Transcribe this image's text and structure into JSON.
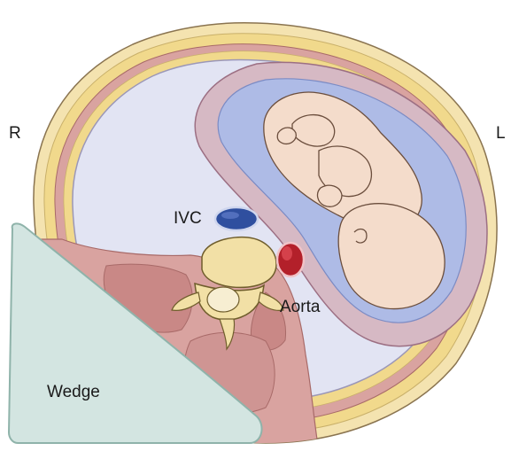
{
  "labels": {
    "right_side": "R",
    "left_side": "L",
    "ivc": "IVC",
    "aorta": "Aorta",
    "wedge": "Wedge"
  },
  "colors": {
    "skin": "#f4e3b0",
    "fat": "#f1d98c",
    "muscle": "#d9a3a0",
    "muscle_dark": "#c98886",
    "abdominal_cavity": "#e2e4f3",
    "uterus_wall": "#d6b9c4",
    "amniotic_fluid": "#aebbe6",
    "fetus": "#f4dccb",
    "fetus_outline": "#6b4e3d",
    "ivc": "#2f4f9f",
    "aorta": "#b3202a",
    "vertebra": "#f2e0a6",
    "wedge_fill": "#d3e5e1",
    "wedge_stroke": "#8fb3aa"
  }
}
